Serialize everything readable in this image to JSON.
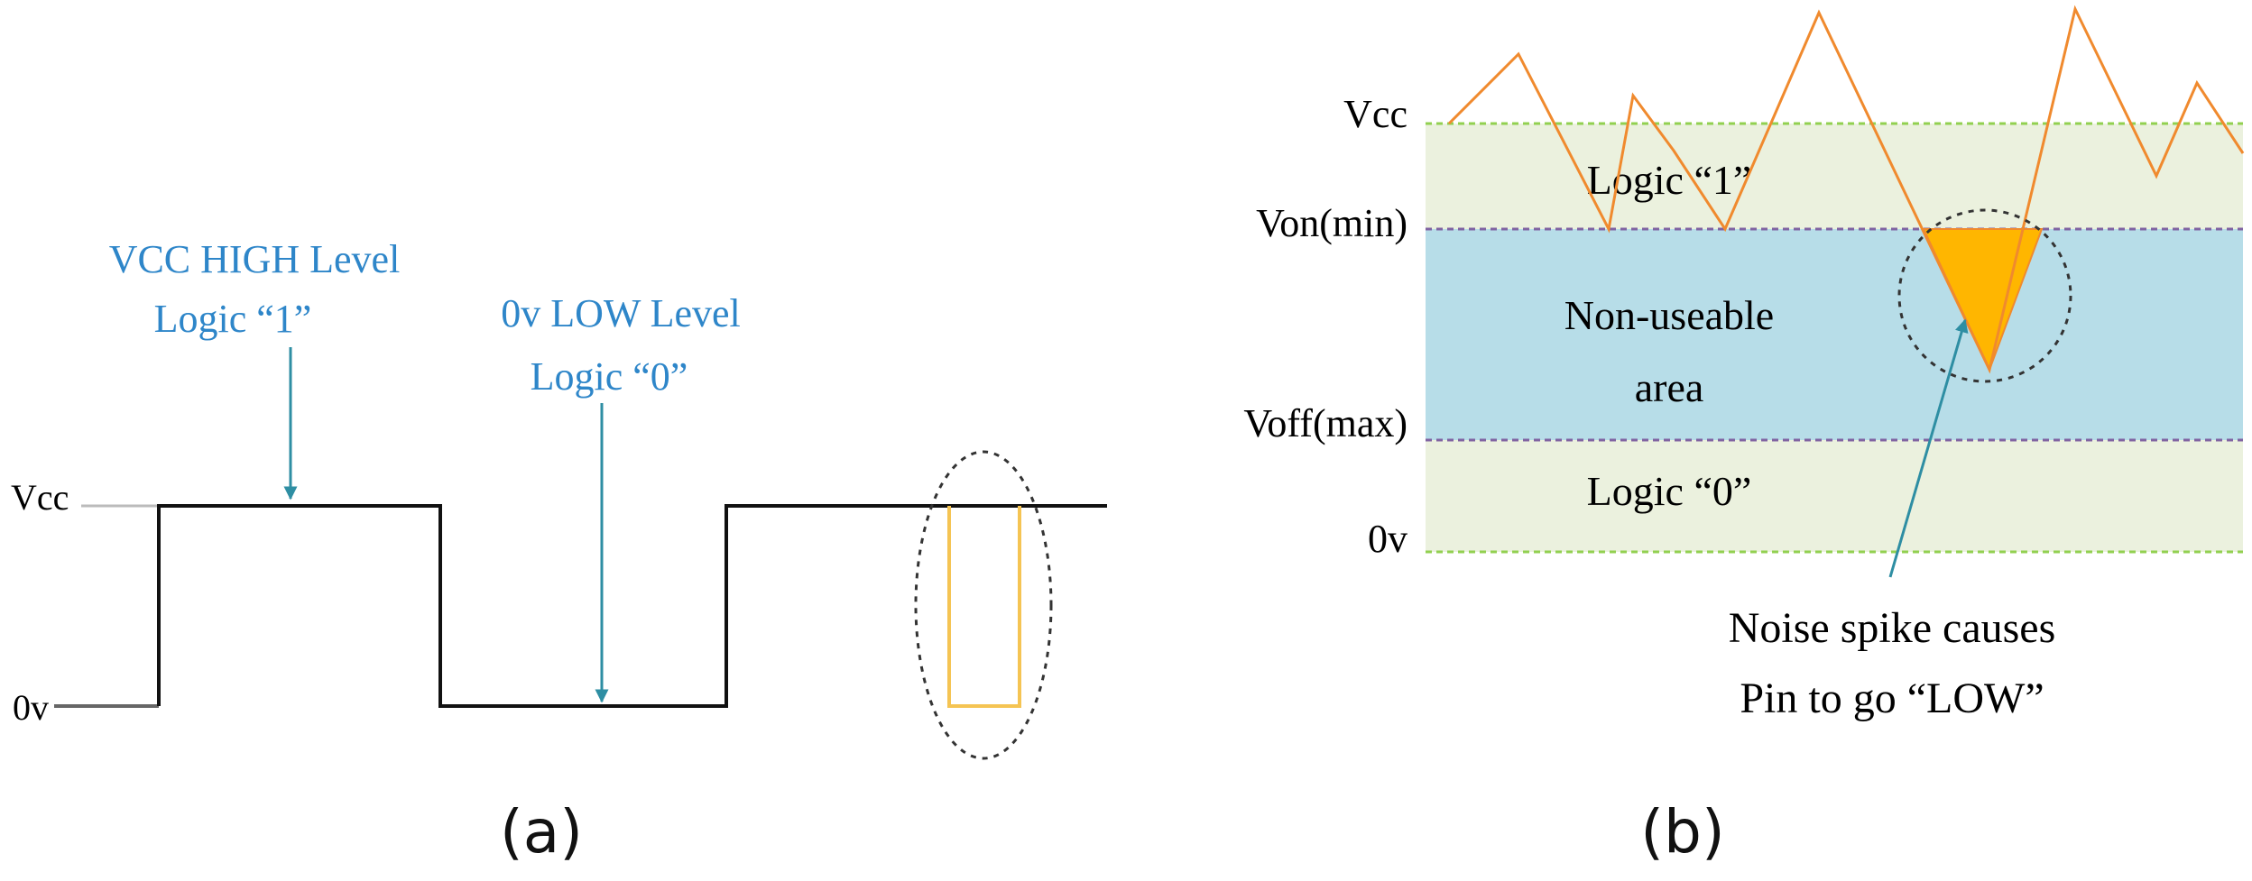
{
  "panel_a": {
    "caption": "(a)",
    "vcc_label": "Vcc",
    "zero_label": "0v",
    "high_annotation": {
      "line1": "VCC HIGH Level",
      "line2": "Logic “1”"
    },
    "low_annotation": {
      "line1": "0v LOW Level",
      "line2": "Logic “0”"
    }
  },
  "panel_b": {
    "caption": "(b)",
    "vcc_label": "Vcc",
    "von_label": "Von(min)",
    "voff_label": "Voff(max)",
    "zero_label": "0v",
    "logic1_label": "Logic “1”",
    "nonuse_line1": "Non-useable",
    "nonuse_line2": "area",
    "logic0_label": "Logic “0”",
    "noise_line1": "Noise spike causes",
    "noise_line2": "Pin to go  “LOW”"
  },
  "colors": {
    "annotation_blue": "#2E86C9",
    "arrow_teal": "#2E8EA3",
    "glitch_yellow": "#F5C453",
    "noise_orange": "#F08A2E",
    "spike_fill": "#FFB600",
    "band_green": "#EBF1DE",
    "band_blue": "#B7DDE8",
    "dashed_green": "#92D050",
    "dashed_purple": "#8064A2"
  }
}
